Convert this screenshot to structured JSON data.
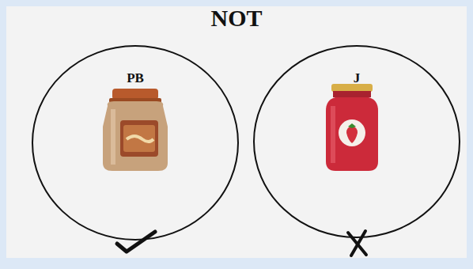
{
  "diagram": {
    "title": "NOT",
    "nodes": [
      {
        "text": [
          "PB"
        ]
      },
      {
        "text": [
          "J"
        ]
      }
    ]
  }
}
